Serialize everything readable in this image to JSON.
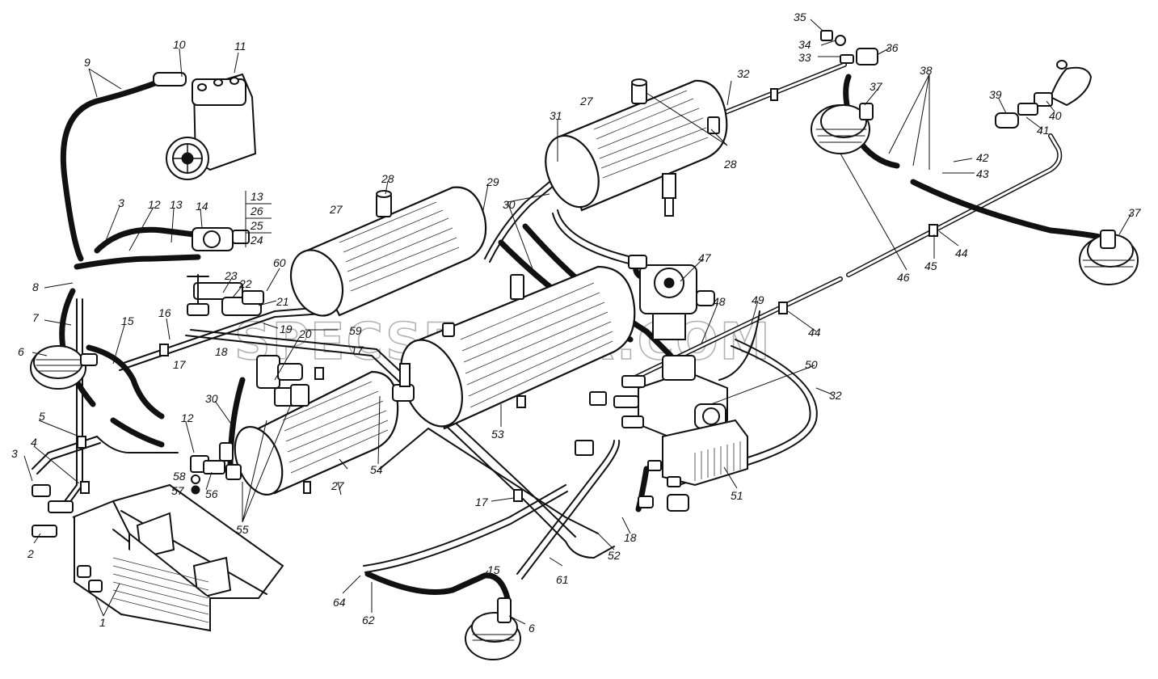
{
  "watermark": "SPECSERVER.COM",
  "component_stack": [
    "13",
    "26",
    "25",
    "24"
  ],
  "callouts": [
    "1",
    "1",
    "2",
    "3",
    "3",
    "4",
    "5",
    "6",
    "6",
    "7",
    "8",
    "9",
    "10",
    "11",
    "12",
    "12",
    "13",
    "14",
    "15",
    "15",
    "16",
    "17",
    "17",
    "17",
    "18",
    "18",
    "19",
    "20",
    "21",
    "22",
    "23",
    "27",
    "27",
    "27",
    "28",
    "28",
    "29",
    "30",
    "30",
    "31",
    "32",
    "32",
    "33",
    "34",
    "35",
    "36",
    "37",
    "37",
    "38",
    "39",
    "40",
    "41",
    "42",
    "43",
    "44",
    "44",
    "45",
    "46",
    "47",
    "48",
    "49",
    "50",
    "51",
    "52",
    "53",
    "54",
    "55",
    "56",
    "57",
    "58",
    "59",
    "60",
    "61",
    "62",
    "64"
  ]
}
